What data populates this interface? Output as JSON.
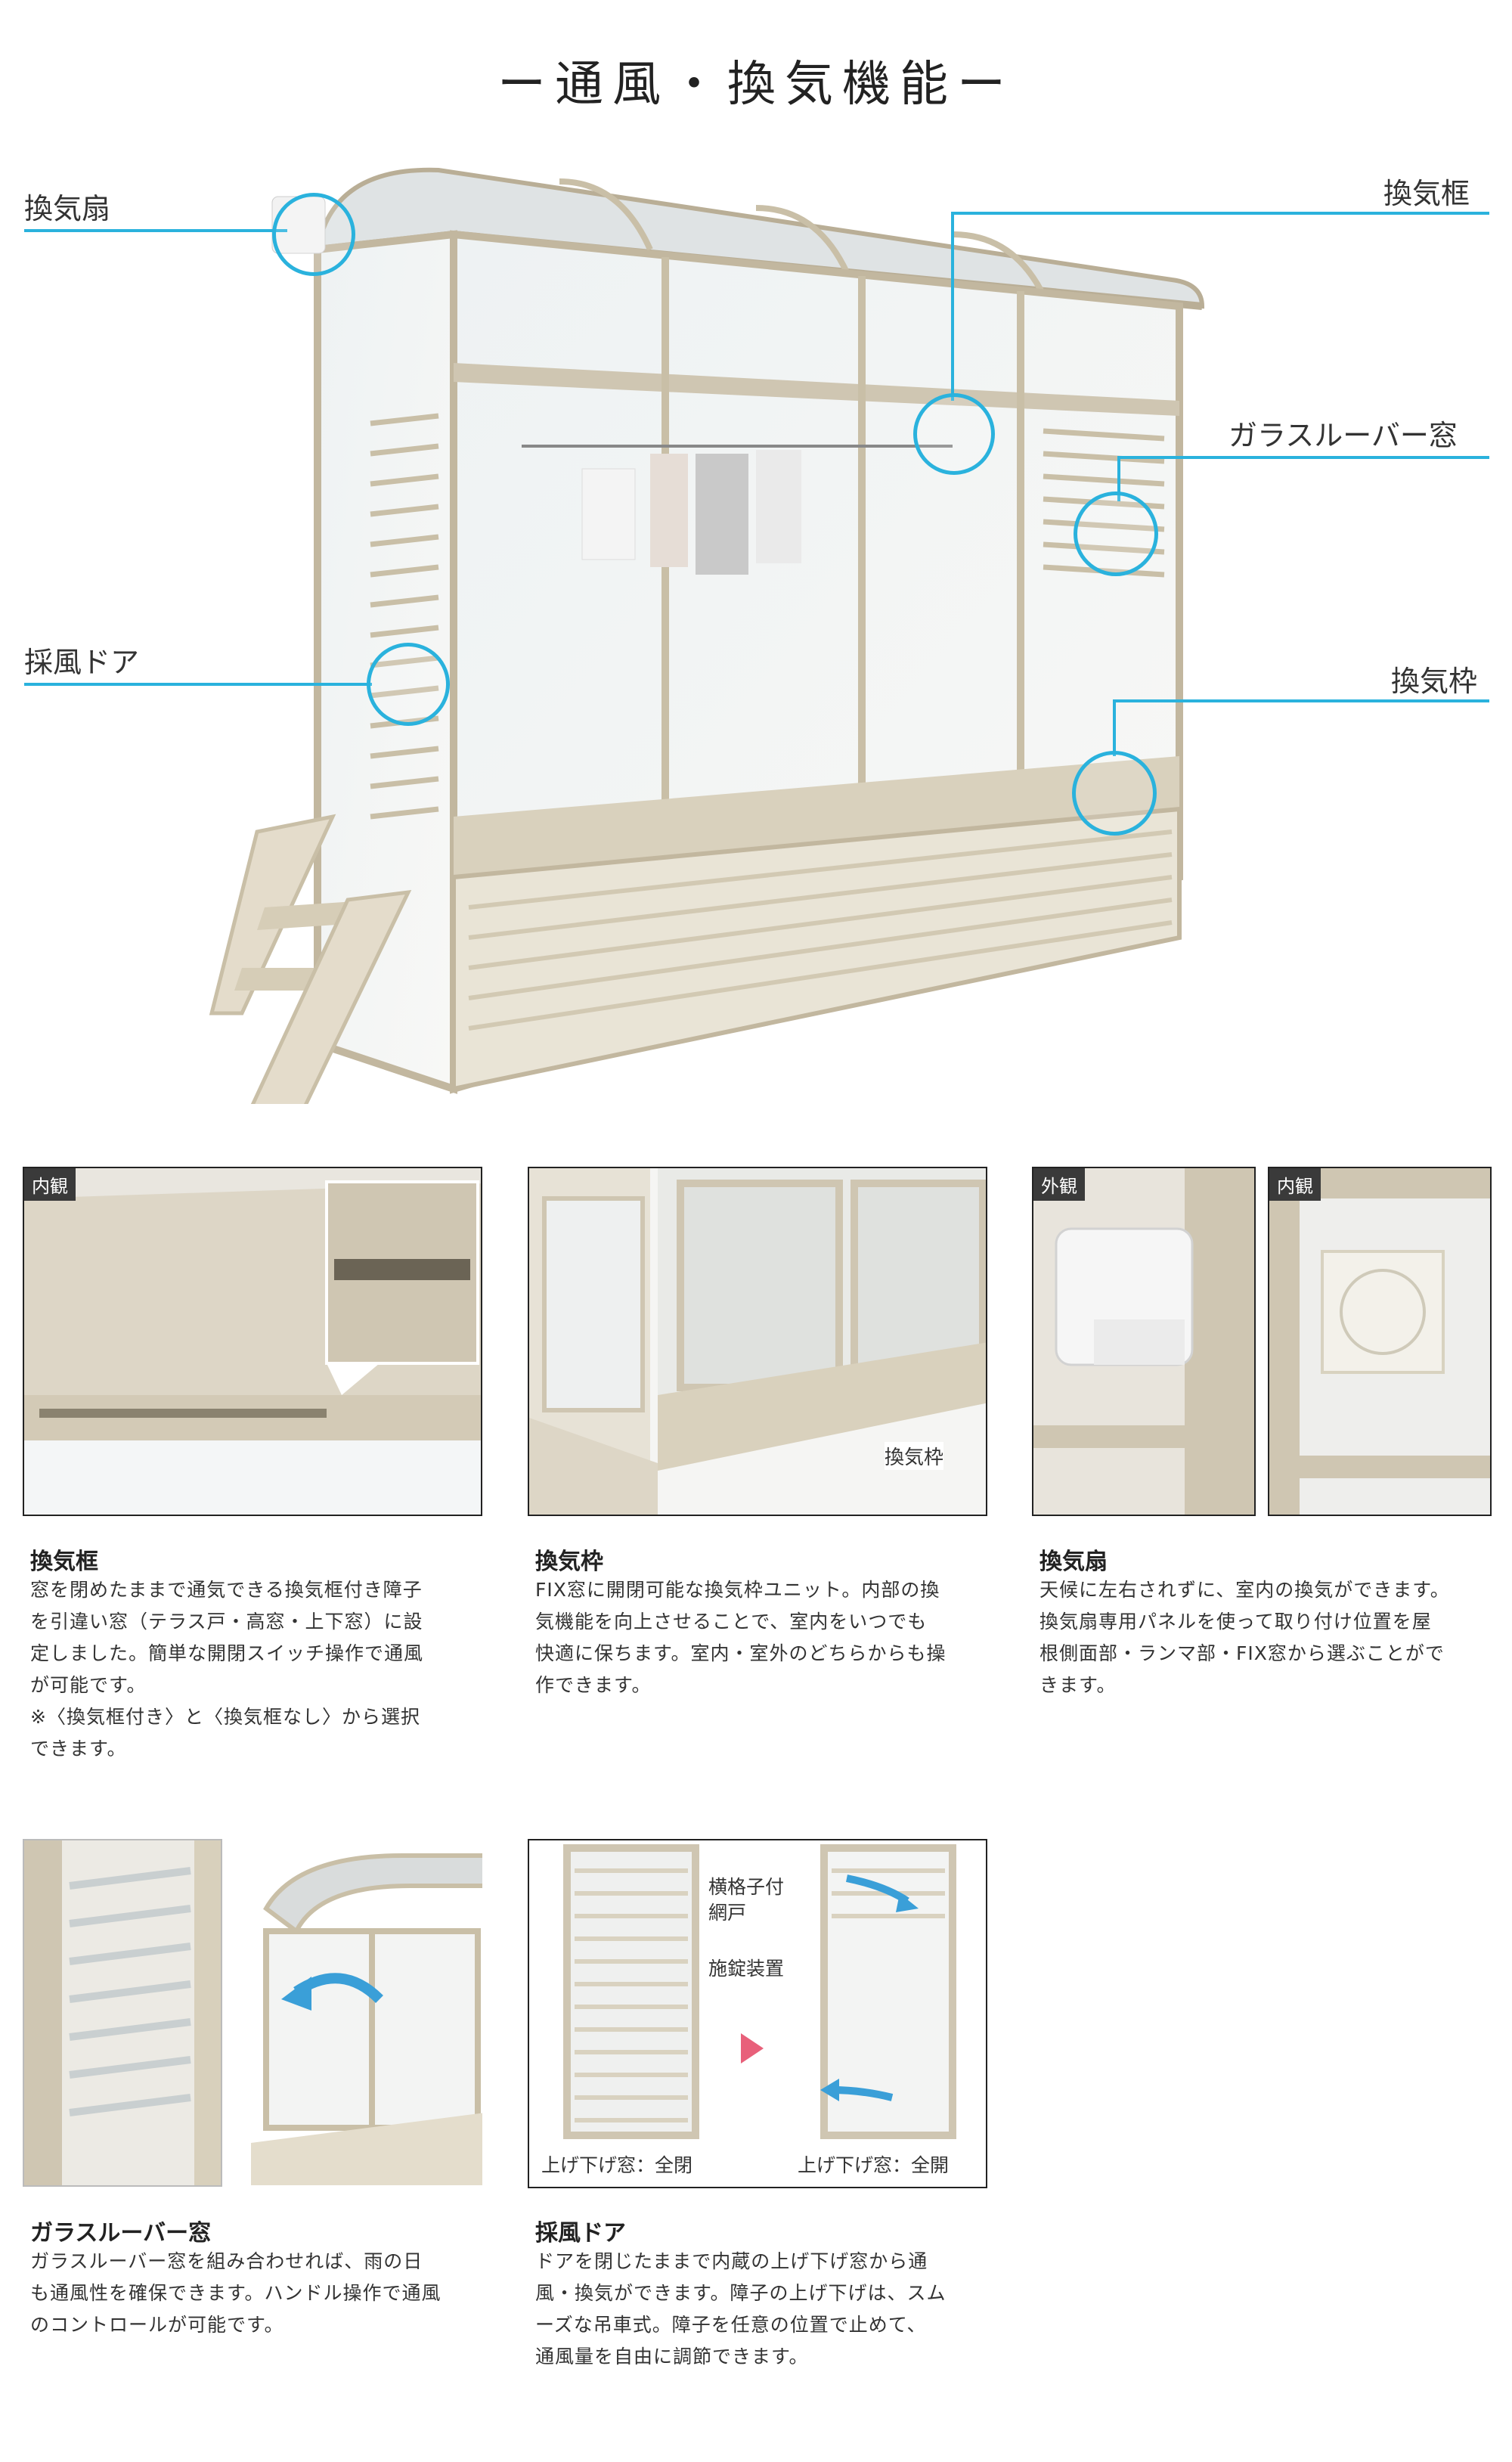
{
  "title": "ー通風・換気機能ー",
  "callouts": {
    "fan": "換気扇",
    "frame_top": "換気框",
    "louver": "ガラスルーバー窓",
    "door": "採風ドア",
    "frame_bottom": "換気枠"
  },
  "panels": {
    "kanki_kamachi": {
      "tag": "内観",
      "heading": "換気框",
      "text": "窓を閉めたままで通気できる換気框付き障子\nを引違い窓（テラス戸・高窓・上下窓）に設\n定しました。簡単な開閉スイッチ操作で通風\nが可能です。\n※〈換気框付き〉と〈換気框なし〉から選択\nできます。"
    },
    "kanki_waku": {
      "label": "換気枠",
      "heading": "換気枠",
      "text": "FIX窓に開閉可能な換気枠ユニット。内部の換\n気機能を向上させることで、室内をいつでも\n快適に保ちます。室内・室外のどちらからも操\n作できます。"
    },
    "kanki_sen": {
      "tag_outside": "外観",
      "tag_inside": "内観",
      "heading": "換気扇",
      "text": "天候に左右されずに、室内の換気ができます。\n換気扇専用パネルを使って取り付け位置を屋\n根側面部・ランマ部・FIX窓から選ぶことがで\nきます。"
    },
    "louver": {
      "heading": "ガラスルーバー窓",
      "text": "ガラスルーバー窓を組み合わせれば、雨の日\nも通風性を確保できます。ハンドル操作で通風\nのコントロールが可能です。"
    },
    "door": {
      "label_screen": "横格子付\n網戸",
      "label_lock": "施錠装置",
      "caption_left": "上げ下げ窓：全閉",
      "caption_right": "上げ下げ窓：全開",
      "heading": "採風ドア",
      "text": "ドアを閉じたままで内蔵の上げ下げ窓から通\n風・換気ができます。障子の上げ下げは、スム\nーズな吊車式。障子を任意の位置で止めて、\n通風量を自由に調節できます。"
    }
  },
  "colors": {
    "accent": "#2ab2dd",
    "frame": "#cfc6b2",
    "arrow": "#3a9fd8",
    "play": "#e8607a"
  }
}
